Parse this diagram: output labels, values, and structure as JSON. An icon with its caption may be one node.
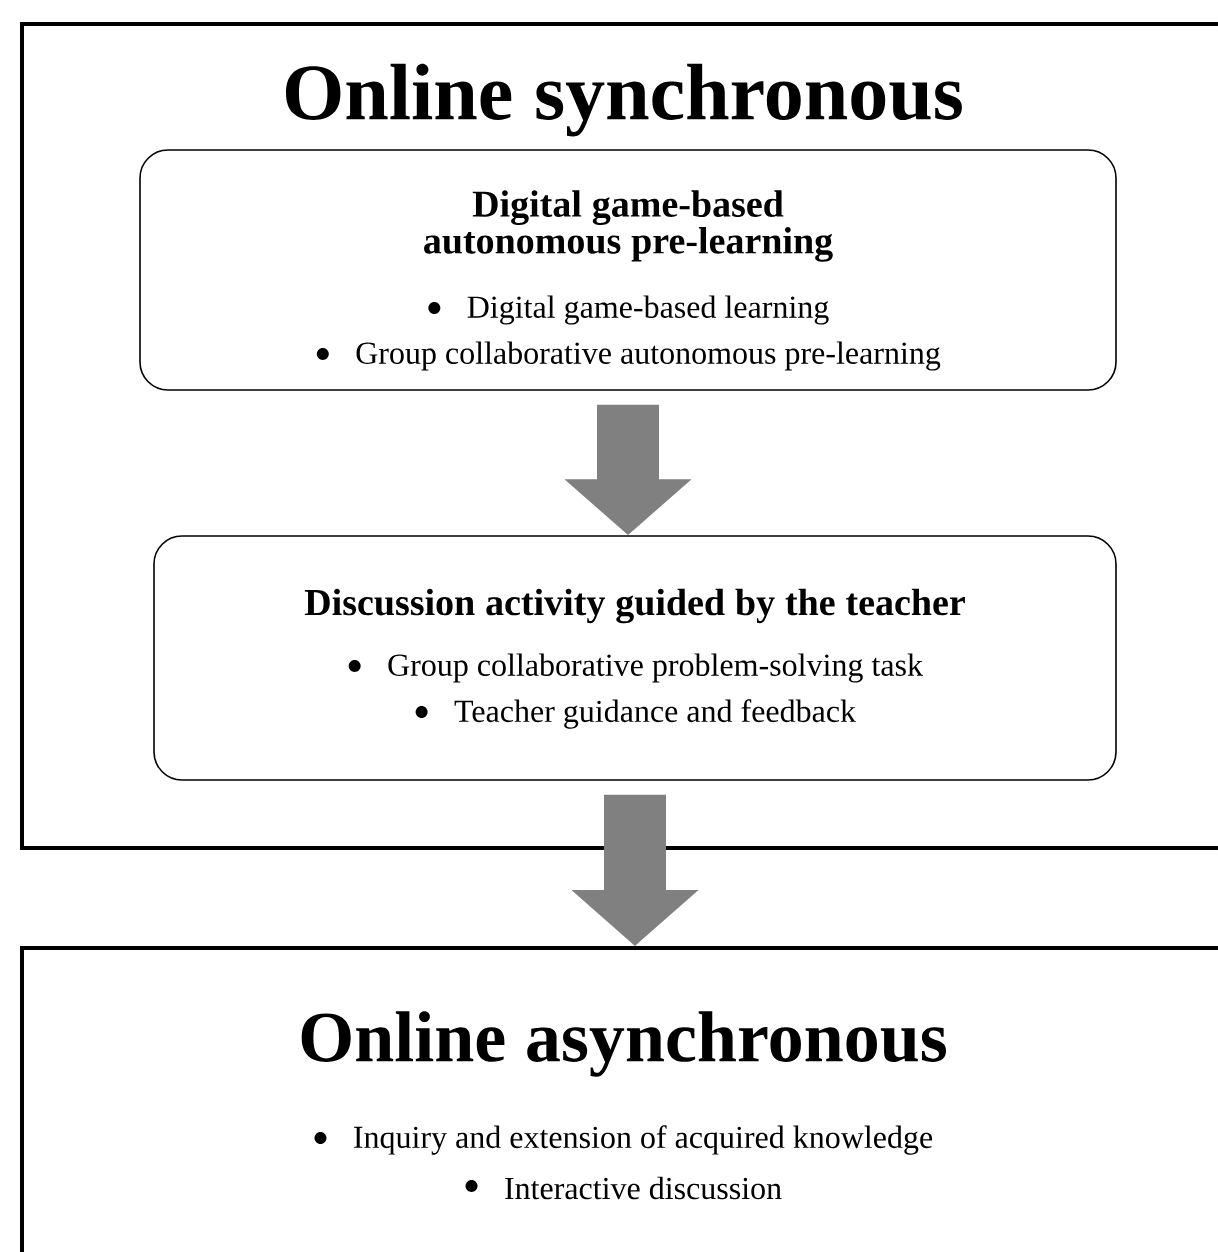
{
  "diagram": {
    "nodes": [
      {
        "text": [
          "Online synchronous"
        ]
      },
      {
        "text": [
          "Digital game-based autonomous pre-learning",
          "Digital game-based learning",
          "Group collaborative autonomous pre-learning"
        ],
        "in": 0
      },
      {
        "text": [
          "Discussion activity guided by the teacher",
          "Group collaborative problem-solving task",
          "Teacher guidance and feedback"
        ],
        "in": 0
      },
      {
        "text": [
          "Online asynchronous",
          "Inquiry and extension of acquired knowledge",
          "Interactive discussion"
        ]
      }
    ],
    "edges": [
      {
        "from": 1,
        "to": 2,
        "arrow": "to"
      },
      {
        "from": 2,
        "to": 3,
        "arrow": "to"
      }
    ]
  }
}
